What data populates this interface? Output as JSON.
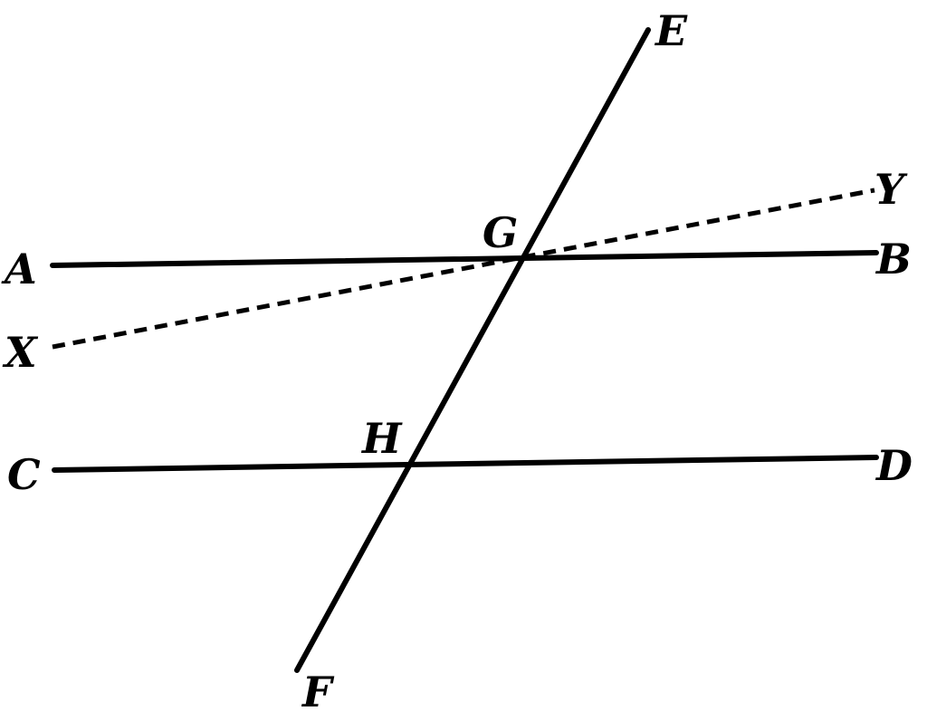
{
  "labels": {
    "A": "A",
    "B": "B",
    "C": "C",
    "D": "D",
    "E": "E",
    "F": "F",
    "G": "G",
    "H": "H",
    "X": "X",
    "Y": "Y"
  }
}
